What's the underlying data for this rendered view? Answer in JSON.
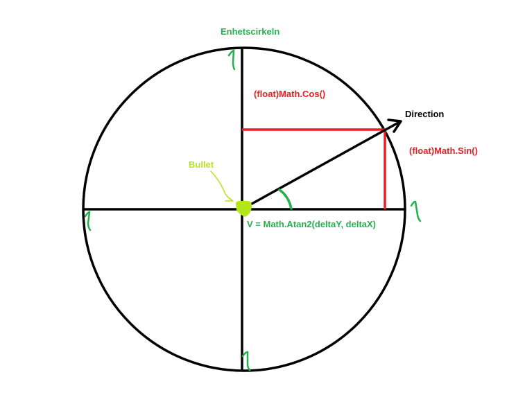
{
  "labels": {
    "title": "Enhetscirkeln",
    "cos": "(float)Math.Cos()",
    "sin": "(float)Math.Sin()",
    "direction": "Direction",
    "bullet": "Bullet",
    "angle": "V = Math.Atan2(deltaY, deltaX)"
  },
  "colors": {
    "circle": "#000000",
    "axes": "#000000",
    "direction_vector": "#000000",
    "cos_line": "#ed1c24",
    "sin_line": "#ed1c24",
    "title_text": "#22b14c",
    "angle_text": "#22b14c",
    "angle_arc": "#22b14c",
    "tick_marks": "#22b14c",
    "bullet_text": "#b5e61d",
    "bullet_dot": "#b5e61d",
    "red_text": "#ed1c24",
    "direction_text": "#000000"
  },
  "icons": {
    "bullet": "bullet-dot-icon",
    "arrowhead": "arrowhead-icon"
  }
}
